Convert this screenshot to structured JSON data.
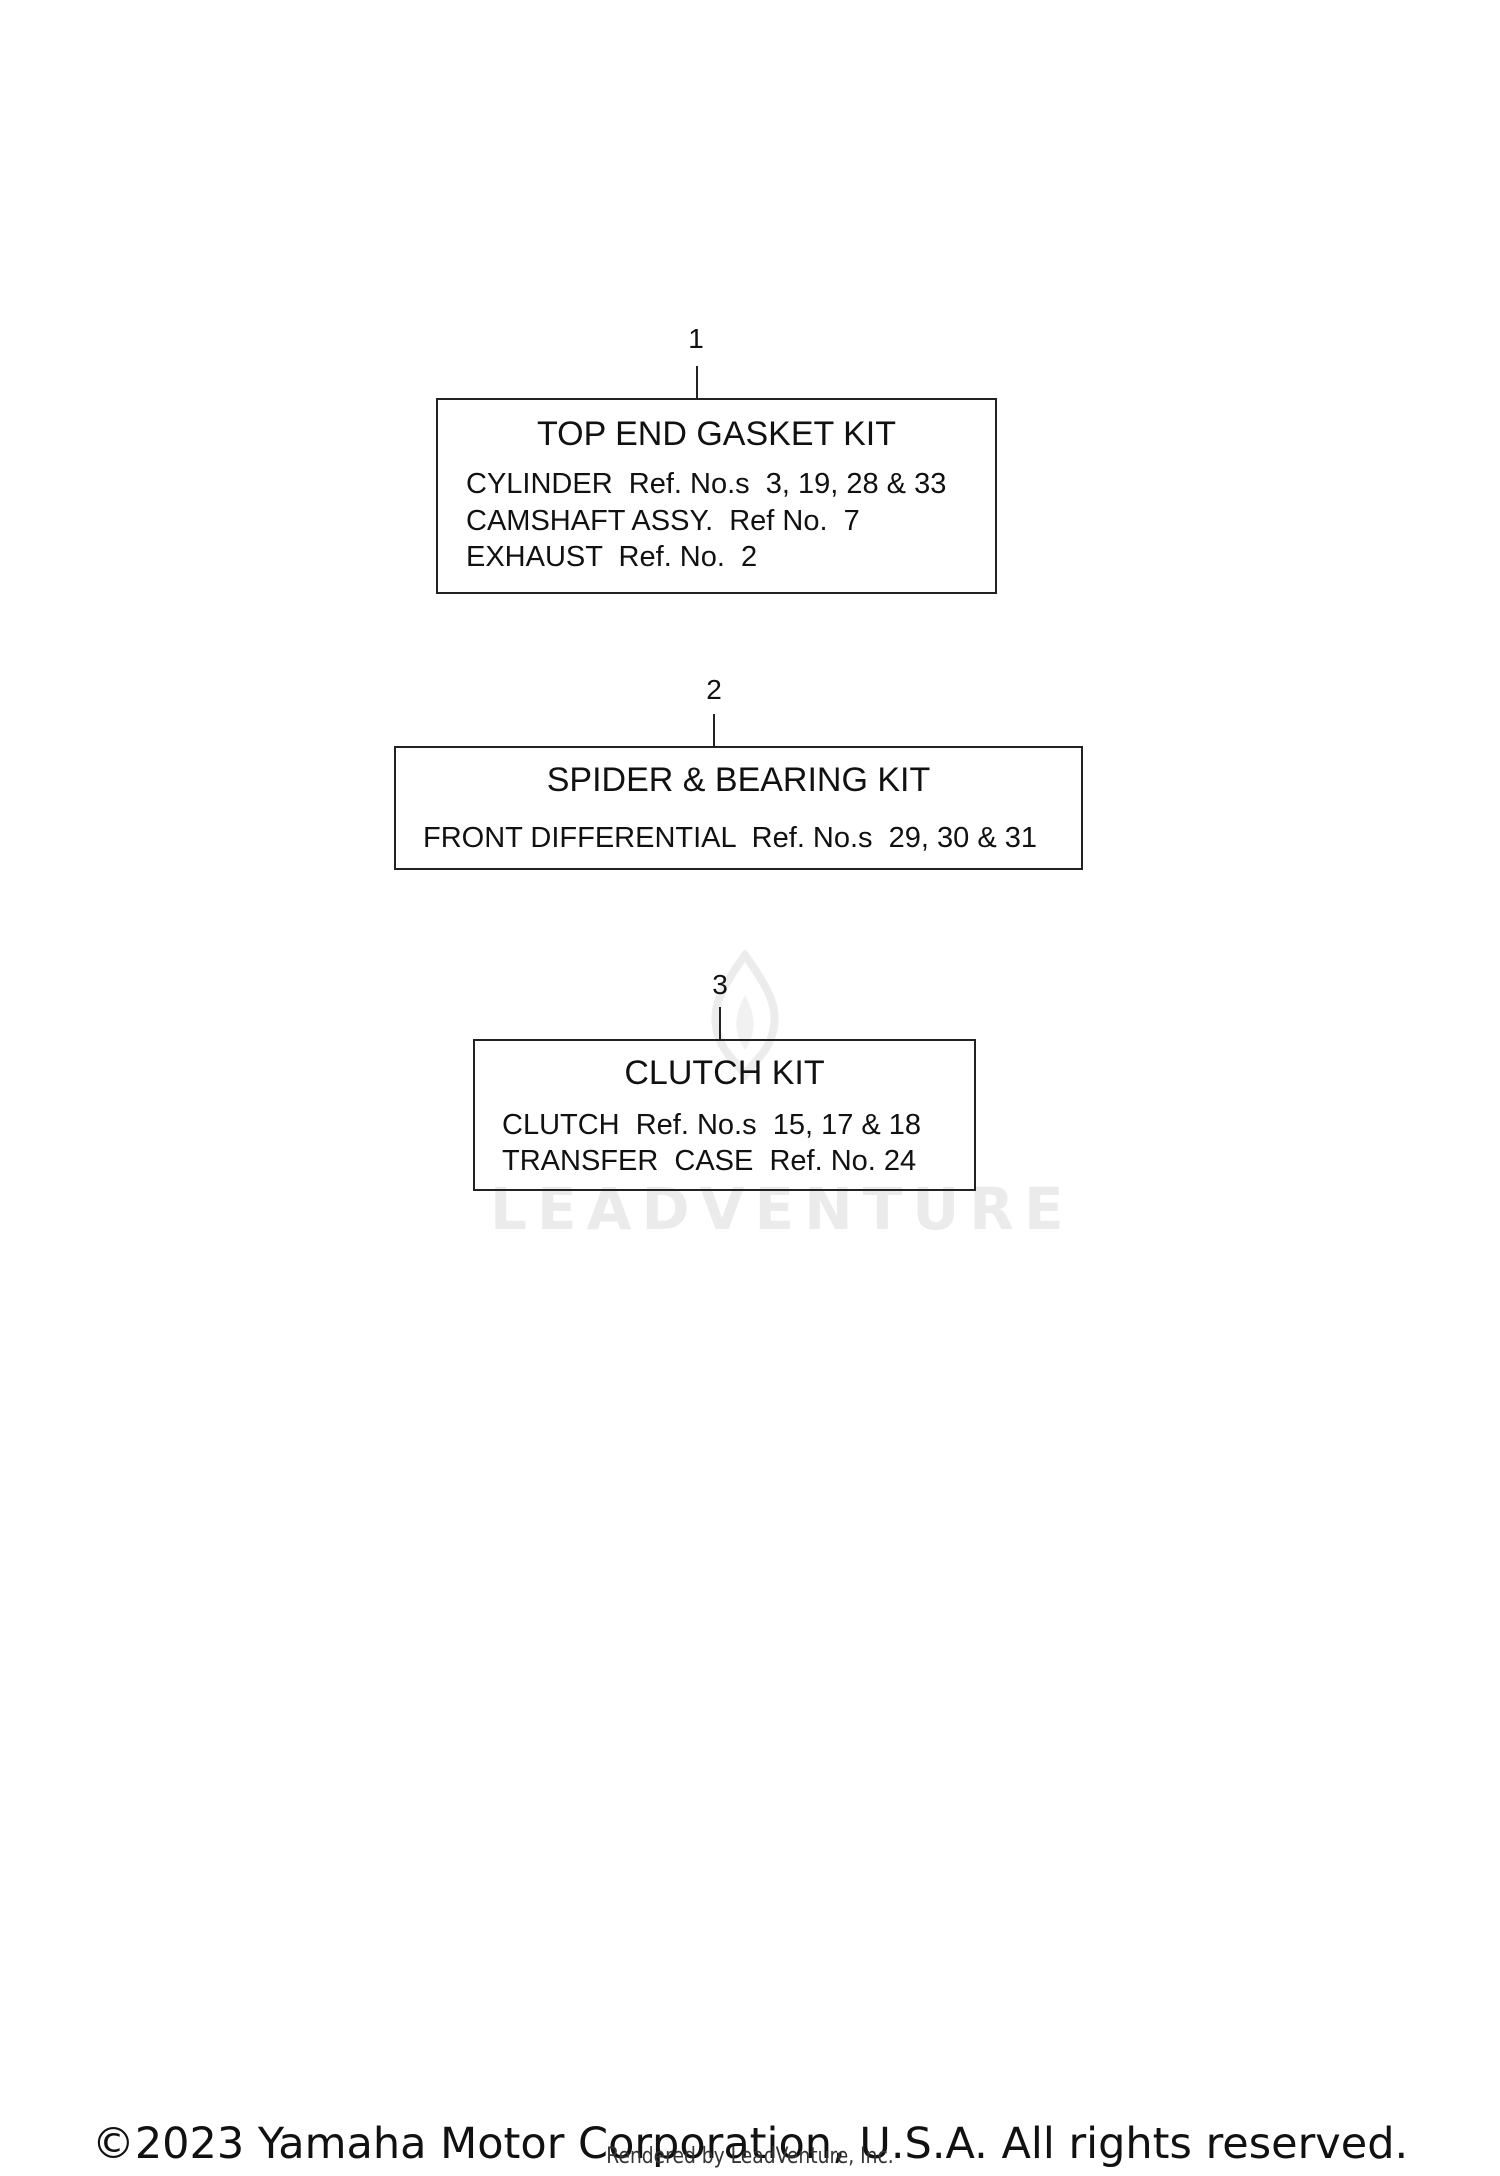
{
  "kits": [
    {
      "callout": "1",
      "title": "TOP END GASKET KIT",
      "lines": [
        "CYLINDER  Ref. No.s  3, 19, 28 & 33",
        "CAMSHAFT ASSY.  Ref No.  7",
        "EXHAUST  Ref. No.  2"
      ]
    },
    {
      "callout": "2",
      "title": "SPIDER & BEARING KIT",
      "lines": [
        "FRONT DIFFERENTIAL  Ref. No.s  29, 30 & 31"
      ]
    },
    {
      "callout": "3",
      "title": "CLUTCH  KIT",
      "lines": [
        "CLUTCH  Ref. No.s  15, 17 & 18",
        "TRANSFER  CASE  Ref. No. 24"
      ]
    }
  ],
  "watermark": {
    "text": "LEADVENTURE",
    "logo_icon": "flame-logo-icon",
    "color": "#ebebeb"
  },
  "footer": {
    "copyright": "©2023 Yamaha Motor Corporation, U.S.A. All rights reserved.",
    "rendered_by": "Rendered by LeadVenture, Inc."
  }
}
